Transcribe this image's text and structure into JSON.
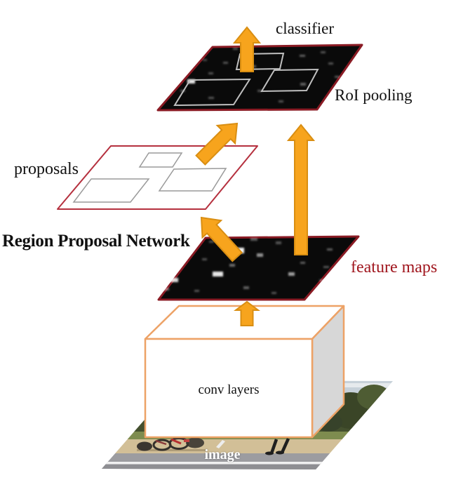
{
  "labels": {
    "classifier": "classifier",
    "roi_pooling": "RoI pooling",
    "proposals": "proposals",
    "region_proposal_network": "Region Proposal Network",
    "feature_maps": "feature maps",
    "conv_layers": "conv layers",
    "image": "image"
  },
  "colors": {
    "arrow_fill": "#F7A41D",
    "arrow_stroke": "#D98E12",
    "dark_layer_fill": "#0A0A0A",
    "dark_layer_border": "#8A1B24",
    "proposals_layer_border": "#B5303E",
    "feature_maps_label": "#A0161E",
    "conv_box_border": "#EDA266",
    "conv_box_side": "#D7D7D7",
    "roi_box_outline": "#BFBFBF",
    "proposal_box_outline": "#9A9A9A"
  }
}
